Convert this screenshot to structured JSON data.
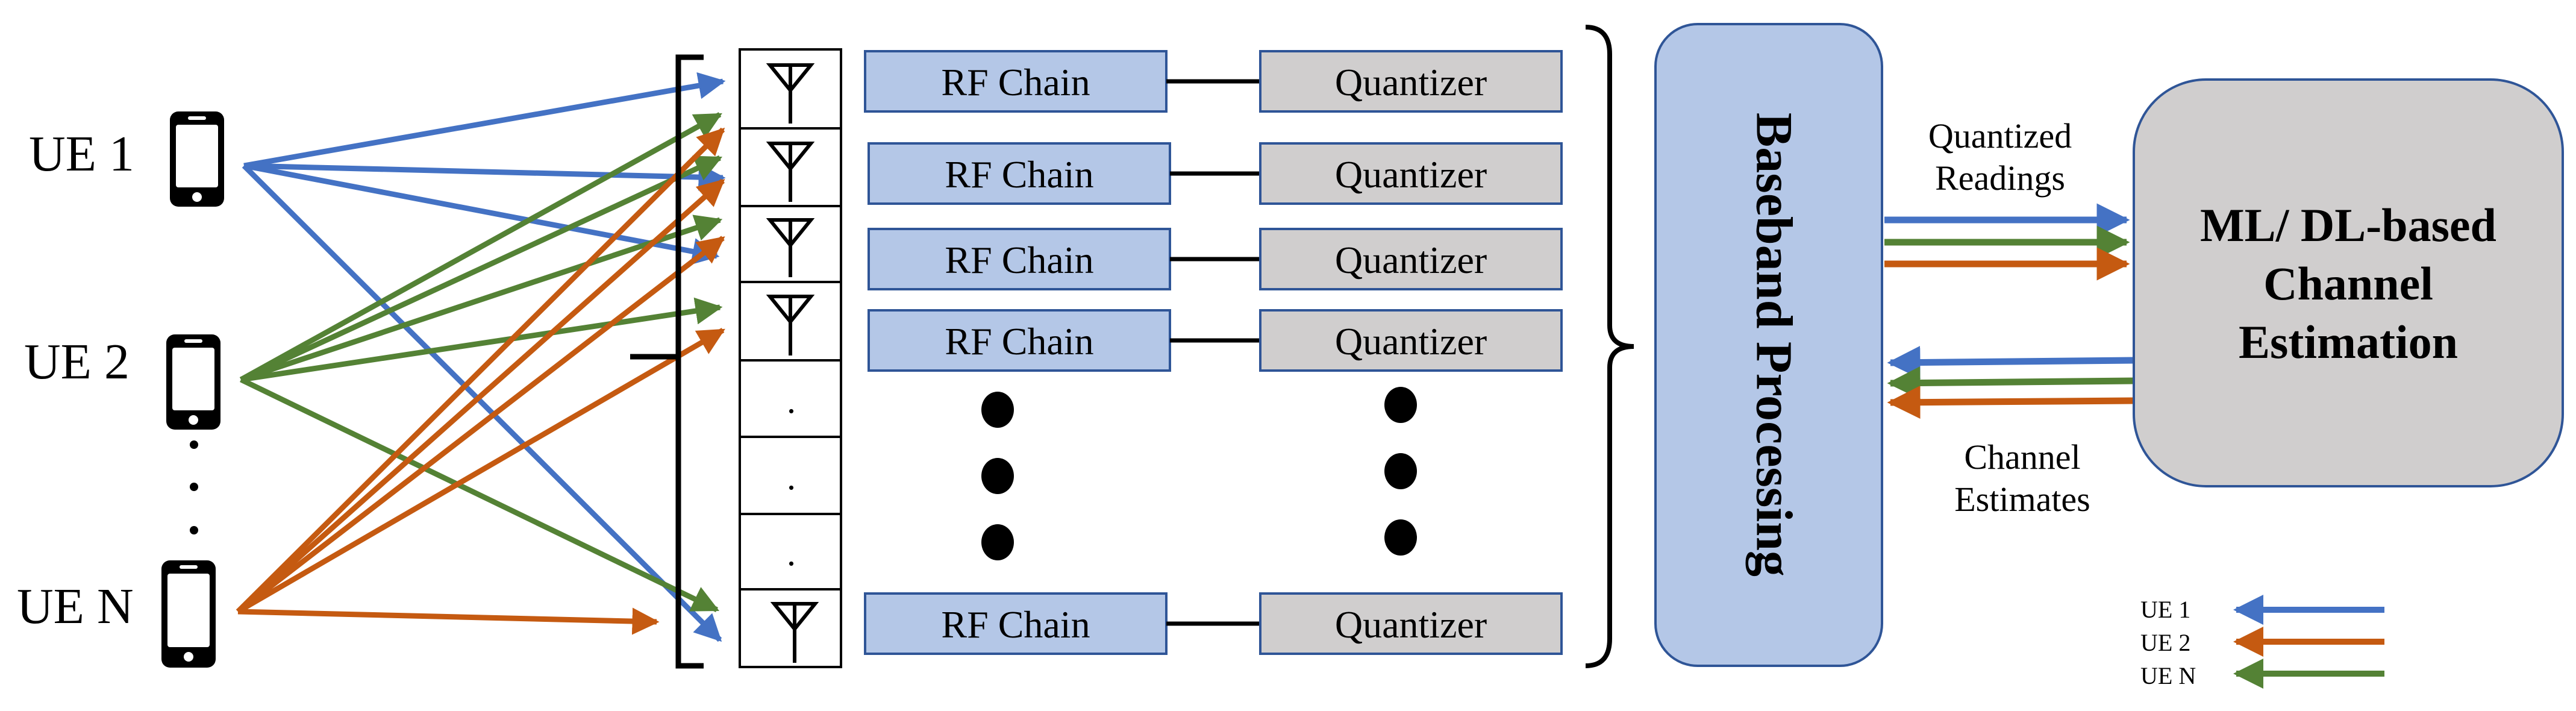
{
  "users": [
    {
      "label": "UE 1"
    },
    {
      "label": "UE 2"
    },
    {
      "label": "UE N"
    }
  ],
  "ue_ellipsis": "⋮",
  "rf_chains": [
    {
      "rf_label": "RF Chain",
      "quant_label": "Quantizer"
    },
    {
      "rf_label": "RF Chain",
      "quant_label": "Quantizer"
    },
    {
      "rf_label": "RF Chain",
      "quant_label": "Quantizer"
    },
    {
      "rf_label": "RF Chain",
      "quant_label": "Quantizer"
    },
    {
      "rf_label": "RF Chain",
      "quant_label": "Quantizer"
    }
  ],
  "antenna_dot": ".",
  "baseband_label": "Baseband Processing",
  "ml_block_label": [
    "ML/ DL-based",
    "Channel",
    "Estimation"
  ],
  "quantized_readings_label": [
    "Quantized",
    "Readings"
  ],
  "channel_estimates_label": [
    "Channel",
    "Estimates"
  ],
  "legend": [
    {
      "label": "UE 1",
      "color": "#4472c4"
    },
    {
      "label": "UE 2",
      "color": "#c55a11"
    },
    {
      "label": "UE N",
      "color": "#548235"
    }
  ],
  "colors": {
    "ue1": "#4472c4",
    "ue2": "#548235",
    "ueN": "#c55a11",
    "rf_fill": "#b4c7e7",
    "quant_fill": "#d0cece",
    "baseband_fill": "#b4c7e7",
    "ml_fill": "#d0cece",
    "box_stroke": "#2f5597"
  }
}
